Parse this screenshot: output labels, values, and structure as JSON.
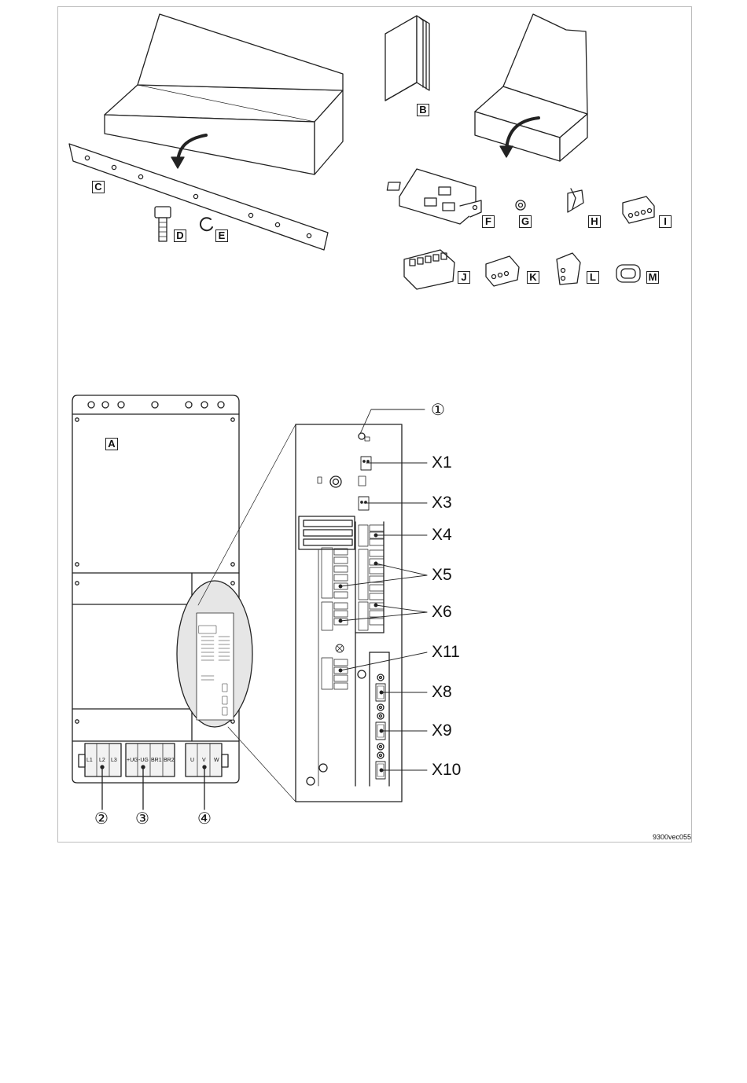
{
  "diagram": {
    "item_labels": [
      "A",
      "B",
      "C",
      "D",
      "E",
      "F",
      "G",
      "H",
      "I",
      "J",
      "K",
      "L",
      "M"
    ],
    "callouts": [
      "①",
      "②",
      "③",
      "④"
    ],
    "connectors": [
      "X1",
      "X3",
      "X4",
      "X5",
      "X6",
      "X11",
      "X8",
      "X9",
      "X10"
    ],
    "power_terminals": {
      "mains": [
        "L1",
        "L2",
        "L3"
      ],
      "dc_bus": [
        "+UG",
        "-UG",
        "BR1",
        "BR2"
      ],
      "motor": [
        "U",
        "V",
        "W"
      ]
    },
    "figure_code": "9300vec055"
  },
  "colors": {
    "line": "#222222",
    "frame": "#bdbdbd",
    "fill": "#ffffff",
    "shade": "#e8e8e8"
  }
}
